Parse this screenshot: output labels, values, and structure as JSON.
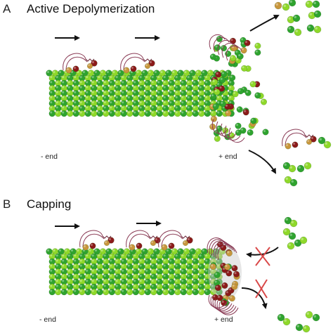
{
  "panel_a": {
    "letter": "A",
    "title": "Active Depolymerization",
    "minus_end": "- end",
    "plus_end": "+ end"
  },
  "panel_b": {
    "letter": "B",
    "title": "Capping",
    "minus_end": "- end",
    "plus_end": "+ end"
  },
  "colors": {
    "tubulin_dark": "#2fa32f",
    "tubulin_light": "#8fd82a",
    "kinesin_red": "#8b1a1a",
    "kinesin_tan": "#c8963c",
    "block_x": "#d94848"
  }
}
